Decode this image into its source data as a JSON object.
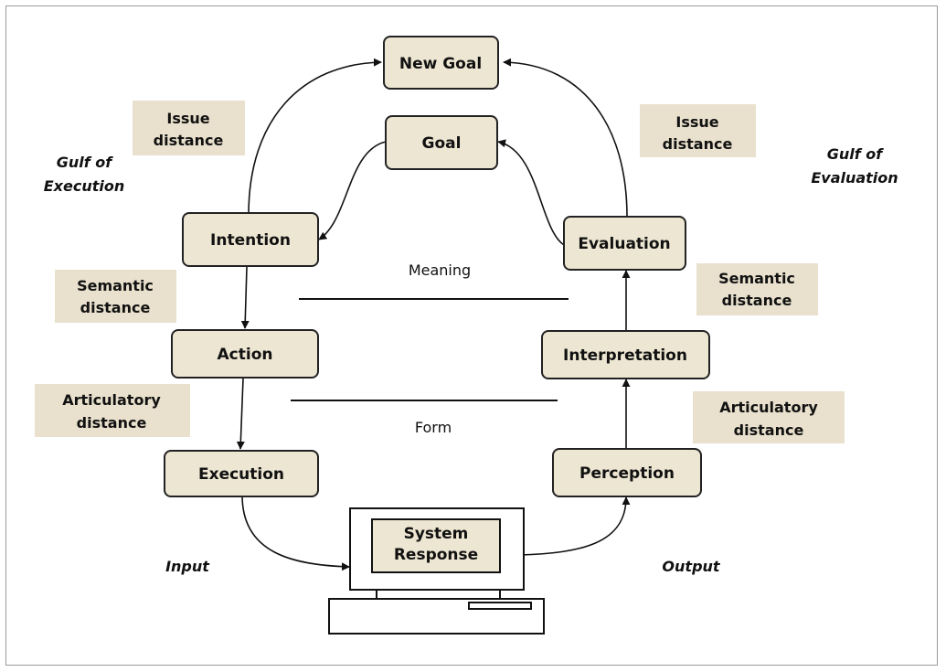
{
  "nodes": {
    "new_goal": "New Goal",
    "goal": "Goal",
    "intention": "Intention",
    "action": "Action",
    "execution": "Execution",
    "evaluation": "Evaluation",
    "interpretation": "Interpretation",
    "perception": "Perception"
  },
  "system_response": {
    "line1": "System",
    "line2": "Response"
  },
  "distances": {
    "issue_left": {
      "line1": "Issue",
      "line2": "distance"
    },
    "issue_right": {
      "line1": "Issue",
      "line2": "distance"
    },
    "semantic_left": {
      "line1": "Semantic",
      "line2": "distance"
    },
    "semantic_right": {
      "line1": "Semantic",
      "line2": "distance"
    },
    "articulatory_left": {
      "line1": "Articulatory",
      "line2": "distance"
    },
    "articulatory_right": {
      "line1": "Articulatory",
      "line2": "distance"
    }
  },
  "gulfs": {
    "execution": {
      "line1": "Gulf of",
      "line2": "Execution"
    },
    "evaluation": {
      "line1": "Gulf of",
      "line2": "Evaluation"
    }
  },
  "levels": {
    "meaning": "Meaning",
    "form": "Form"
  },
  "io": {
    "input": "Input",
    "output": "Output"
  }
}
